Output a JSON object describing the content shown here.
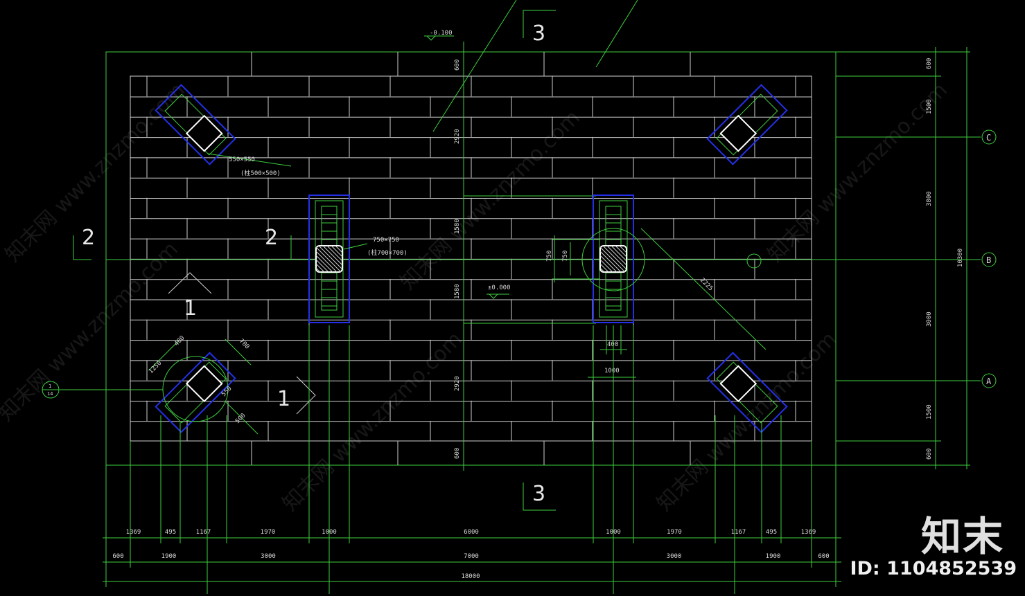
{
  "drawing": {
    "elevation_top": "-0.100",
    "elevation_center": "±0.000",
    "section_marks": [
      "3",
      "3",
      "2",
      "2",
      "1",
      "1"
    ],
    "footing_label_1": "550×550",
    "footing_label_1b": "(柱500×500)",
    "footing_label_2": "750×750",
    "footing_label_2b": "(柱700×700)",
    "axes": [
      "C",
      "B",
      "A"
    ],
    "detail_ref_top": "1",
    "detail_ref_bottom": "14",
    "right_dims": [
      "600",
      "1500",
      "3800",
      "10300",
      "3000",
      "1500",
      "600"
    ],
    "center_dims": [
      "600",
      "2920",
      "1580",
      "1580",
      "2920",
      "600"
    ],
    "local_dims": [
      "750",
      "750",
      "400",
      "1000",
      "2225",
      "1250",
      "400",
      "700",
      "550",
      "500"
    ],
    "bottom_row1": [
      "1369",
      "495",
      "1167",
      "1970",
      "1000",
      "6000",
      "1000",
      "1970",
      "1167",
      "495",
      "1369"
    ],
    "bottom_row2": [
      "600",
      "1900",
      "3000",
      "7000",
      "3000",
      "1900",
      "600"
    ],
    "bottom_total": "18000"
  },
  "watermark": "知末网 www.znzmo.com",
  "brand": {
    "name": "知末",
    "id": "ID: 1104852539"
  }
}
